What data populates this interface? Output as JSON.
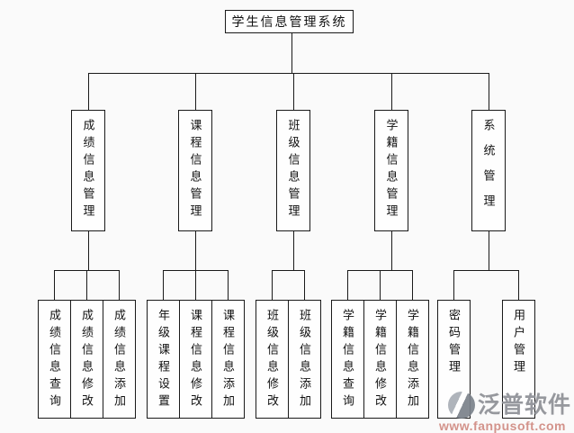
{
  "diagram": {
    "title": "学生信息管理系统",
    "type": "hierarchy-org-chart"
  },
  "tree": {
    "root": "学生信息管理系统",
    "branches": [
      {
        "label": "成绩信息管理",
        "children": [
          "成绩信息查询",
          "成绩信息修改",
          "成绩信息添加"
        ]
      },
      {
        "label": "课程信息管理",
        "children": [
          "年级课程设置",
          "课程信息修改",
          "课程信息添加"
        ]
      },
      {
        "label": "班级信息管理",
        "children": [
          "班级信息修改",
          "班级信息添加"
        ]
      },
      {
        "label": "学籍信息管理",
        "children": [
          "学籍信息查询",
          "学籍信息修改",
          "学籍信息添加"
        ]
      },
      {
        "label": "系统管理",
        "children": [
          "密码管理",
          "用户管理"
        ]
      }
    ]
  },
  "watermark": {
    "brand": "泛普软件",
    "url": "www.fanpusoft.com",
    "brand_color": "#8e9096",
    "url_color": "#d08b82"
  },
  "palette": {
    "background": "#fafafa",
    "box_border": "#1a1a1a",
    "line_color": "#1a1a1a",
    "text_color": "#111111"
  }
}
